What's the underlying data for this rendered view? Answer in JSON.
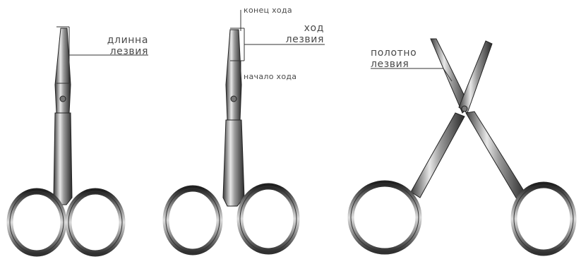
{
  "diagram": {
    "labels": {
      "blade_length_1": "длинна",
      "blade_length_2": "лезвия",
      "stroke_end": "конец хода",
      "stroke_1": "ход",
      "stroke_2": "лезвия",
      "stroke_start": "начало хода",
      "blade_body_1": "полотно",
      "blade_body_2": "лезвия"
    }
  }
}
